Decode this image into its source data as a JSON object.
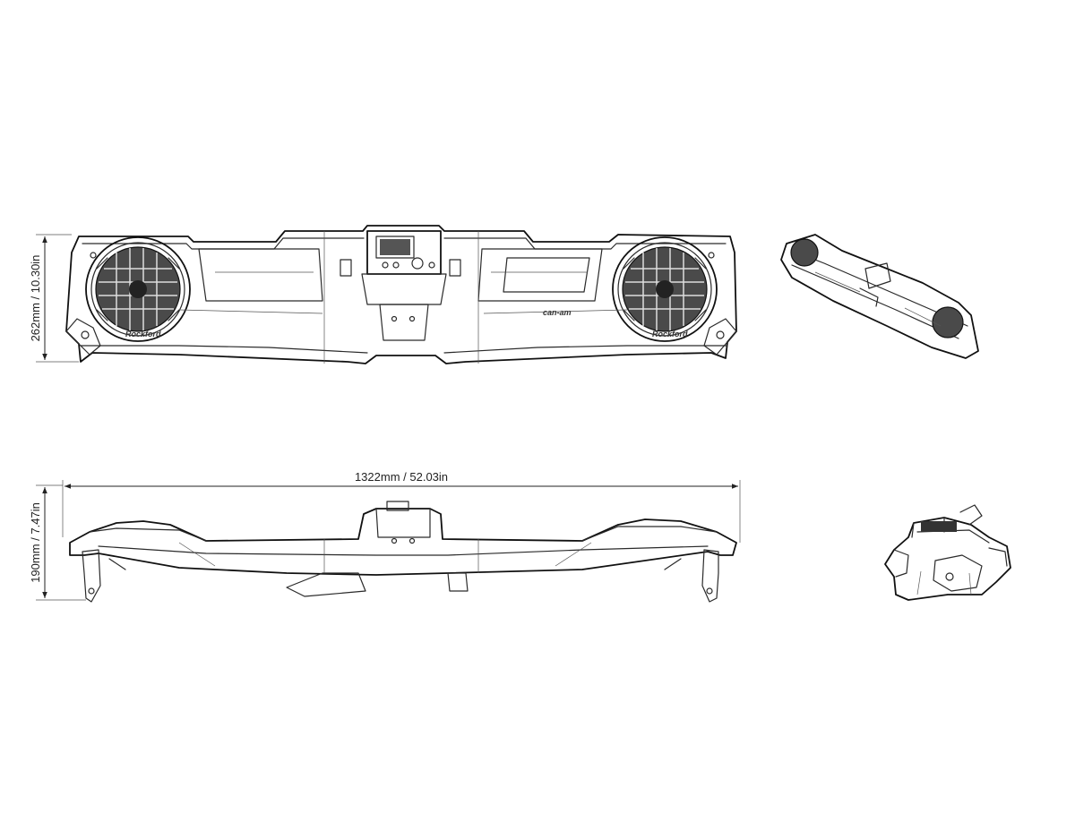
{
  "dimensions": {
    "height_front": "262mm / 10.30in",
    "width": "1322mm / 52.03in",
    "height_side": "190mm / 7.47in"
  },
  "marks": {
    "brand_logo": "can-am",
    "speaker_badge": "Rockford"
  },
  "views": [
    "front-view",
    "iso-view",
    "rear-elevation-view",
    "side-view"
  ],
  "colors": {
    "line": "#2a2a2a",
    "background": "#ffffff"
  }
}
